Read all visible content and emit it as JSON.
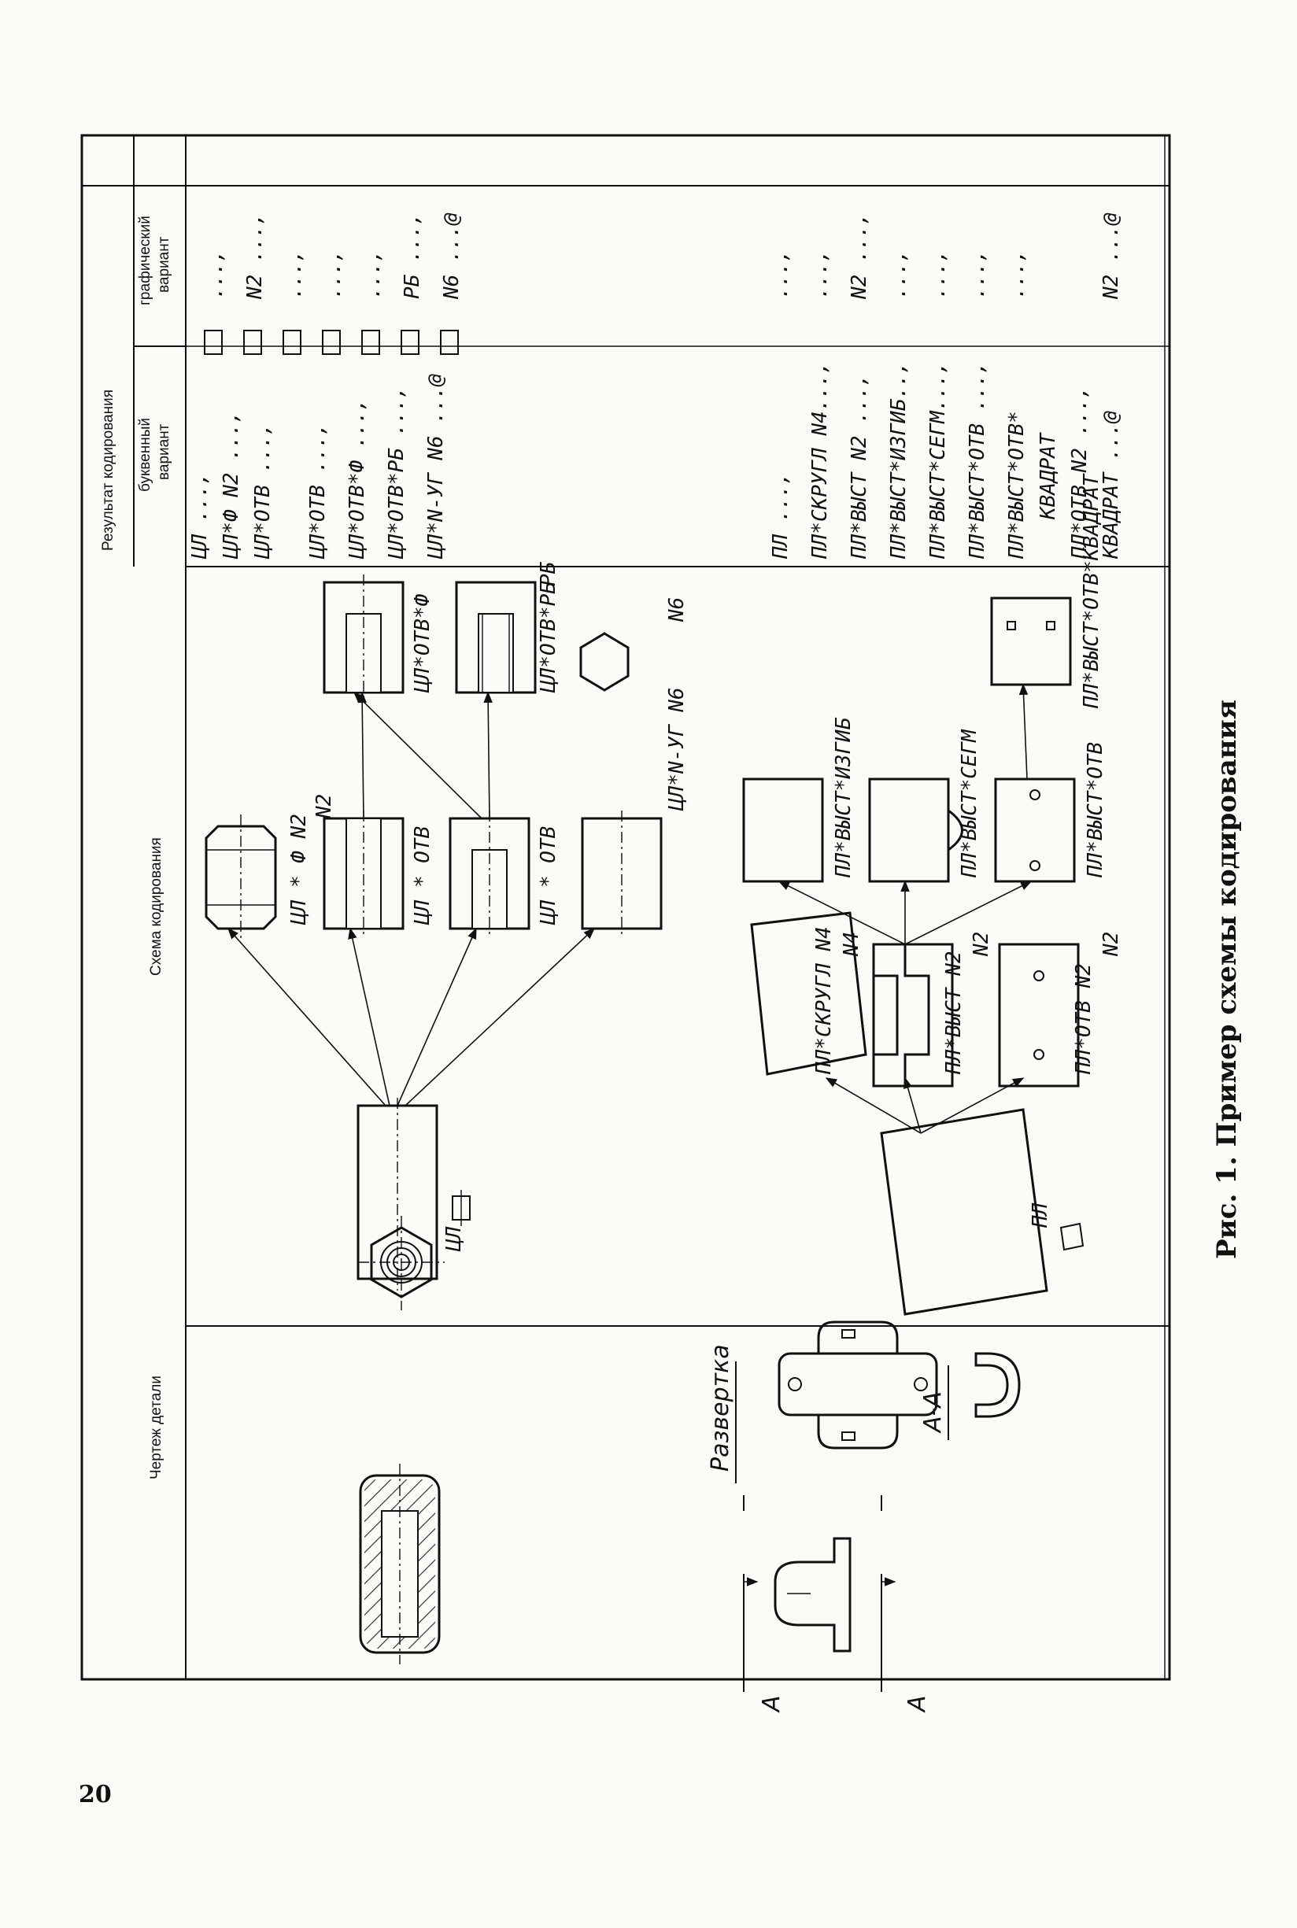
{
  "page_number": "20",
  "caption": "Рис. 1. Пример схемы кодирования",
  "table": {
    "col_drawing": "Чертеж детали",
    "col_scheme": "Схема кодирования",
    "col_result": "Результат кодирования",
    "col_letter": "буквенный вариант",
    "col_graphic": "графический вариант"
  },
  "drawing": {
    "razvertka": "Развертка",
    "section": "А-А",
    "mark_a1": "А",
    "mark_a2": "А"
  },
  "scheme_top": {
    "root": "ЦЛ",
    "n1": "ЦЛ * Ф N2",
    "n1b": "N2",
    "n2": "ЦЛ * ОТВ",
    "n3": "ЦЛ * ОТВ",
    "n4": "ЦЛ*N-УГ N6",
    "n4b": "N6",
    "n5": "ЦЛ*ОТВ*Ф",
    "n6": "ЦЛ*ОТВ*РБ",
    "n6b": "РБ"
  },
  "scheme_bottom": {
    "root": "ПЛ",
    "m1": "ПЛ*СКРУГЛ N4",
    "m1b": "N4",
    "m2": "ПЛ*ВЫСТ N2",
    "m2b": "N2",
    "m3": "ПЛ*ОТВ N2",
    "m3b": "N2",
    "m4": "ПЛ*ВЫСТ*ИЗГИБ",
    "m5": "ПЛ*ВЫСТ*СЕГМ",
    "m6": "ПЛ*ВЫСТ*ОТВ",
    "m7": "ПЛ*ВЫСТ*ОТВ*КВАДРАТ"
  },
  "letter_top": [
    "ЦЛ ...,",
    "ЦЛ*Ф N2 ...,",
    "ЦЛ*ОТВ ...,",
    "ЦЛ*ОТВ ...,",
    "ЦЛ*ОТВ*Ф ...,",
    "ЦЛ*ОТВ*РБ ...,",
    "ЦЛ*N-УГ N6 ...@"
  ],
  "letter_bottom": [
    "ПЛ ...,",
    "ПЛ*СКРУГЛ N4...,",
    "ПЛ*ВЫСТ N2 ...,",
    "ПЛ*ВЫСТ*ИЗГИБ..,",
    "ПЛ*ВЫСТ*СЕГМ...,",
    "ПЛ*ВЫСТ*ОТВ ...,",
    "ПЛ*ВЫСТ*ОТВ*",
    "КВАДРАТ",
    "ПЛ*ОТВ N2 ...,",
    "КВАДРАТ ...@"
  ],
  "graphic_top": [
    "...,",
    "N2 ...,",
    "...,",
    "...,",
    "...,",
    "РБ ...,",
    "N6 ...@"
  ],
  "graphic_bottom": [
    "...,",
    "...,",
    "N2 ...,",
    "...,",
    "...,",
    "...,",
    "...,",
    "N2 ...@"
  ]
}
